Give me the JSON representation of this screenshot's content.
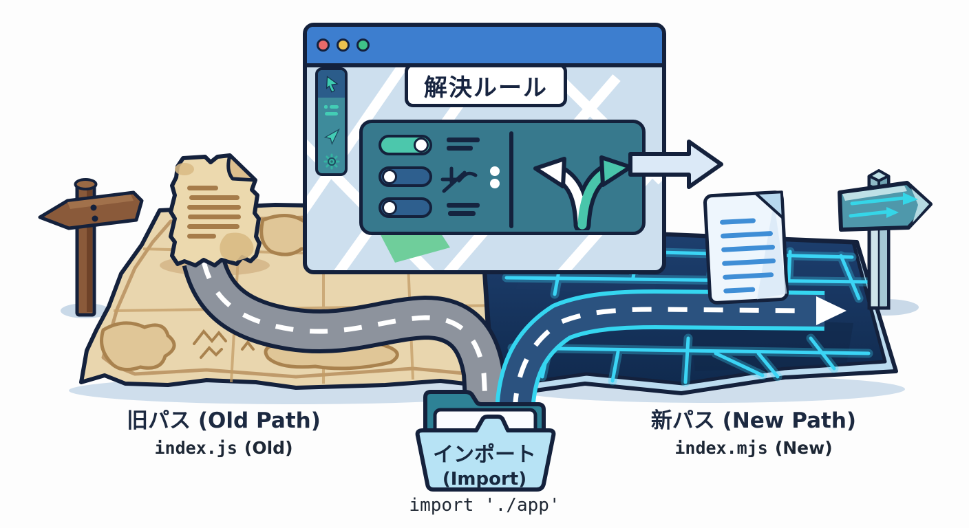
{
  "page": {
    "background": "#fdfdfd"
  },
  "browser_window": {
    "traffic_lights": [
      {
        "name": "close",
        "color": "#e96a6a"
      },
      {
        "name": "minimize",
        "color": "#ecc24f"
      },
      {
        "name": "maximize",
        "color": "#3fc389"
      }
    ],
    "title_box": {
      "label": "解決ルール"
    },
    "toolbar": {
      "icons": [
        "cursor",
        "list",
        "navigation",
        "gear"
      ]
    },
    "rules_panel": {
      "toggles": [
        {
          "index": 1,
          "state": "on"
        },
        {
          "index": 2,
          "state": "off"
        },
        {
          "index": 3,
          "state": "off"
        }
      ],
      "fork": {
        "left_color": "#ffffff",
        "right_color": "#49c6ab"
      }
    },
    "map_colors": {
      "background": "#cddfee",
      "street": "#ffffff",
      "park": "#6fce9b"
    }
  },
  "old_side": {
    "map_color": "#e9d6ae",
    "title": "旧パス (Old Path)",
    "file": "index.js",
    "file_suffix": "(Old)",
    "signpost": "wooden-pointing-left"
  },
  "new_side": {
    "map_color": "#16345e",
    "street_glow": "#3bd5f5",
    "title": "新パス (New Path)",
    "file": "index.mjs",
    "file_suffix": "(New)",
    "signpost": "teal-pointing-right"
  },
  "import_folder": {
    "label_jp": "インポート",
    "label_en": "(Import)",
    "code_line": "import './app'"
  },
  "colors": {
    "outline": "#14213c",
    "titlebar": "#3d7ecf",
    "panel": "#37798d",
    "toggle_on": "#4cc7ac",
    "toggle_off": "#2e5f8e",
    "road_old": "#8d939d",
    "road_new": "#2b527f"
  }
}
